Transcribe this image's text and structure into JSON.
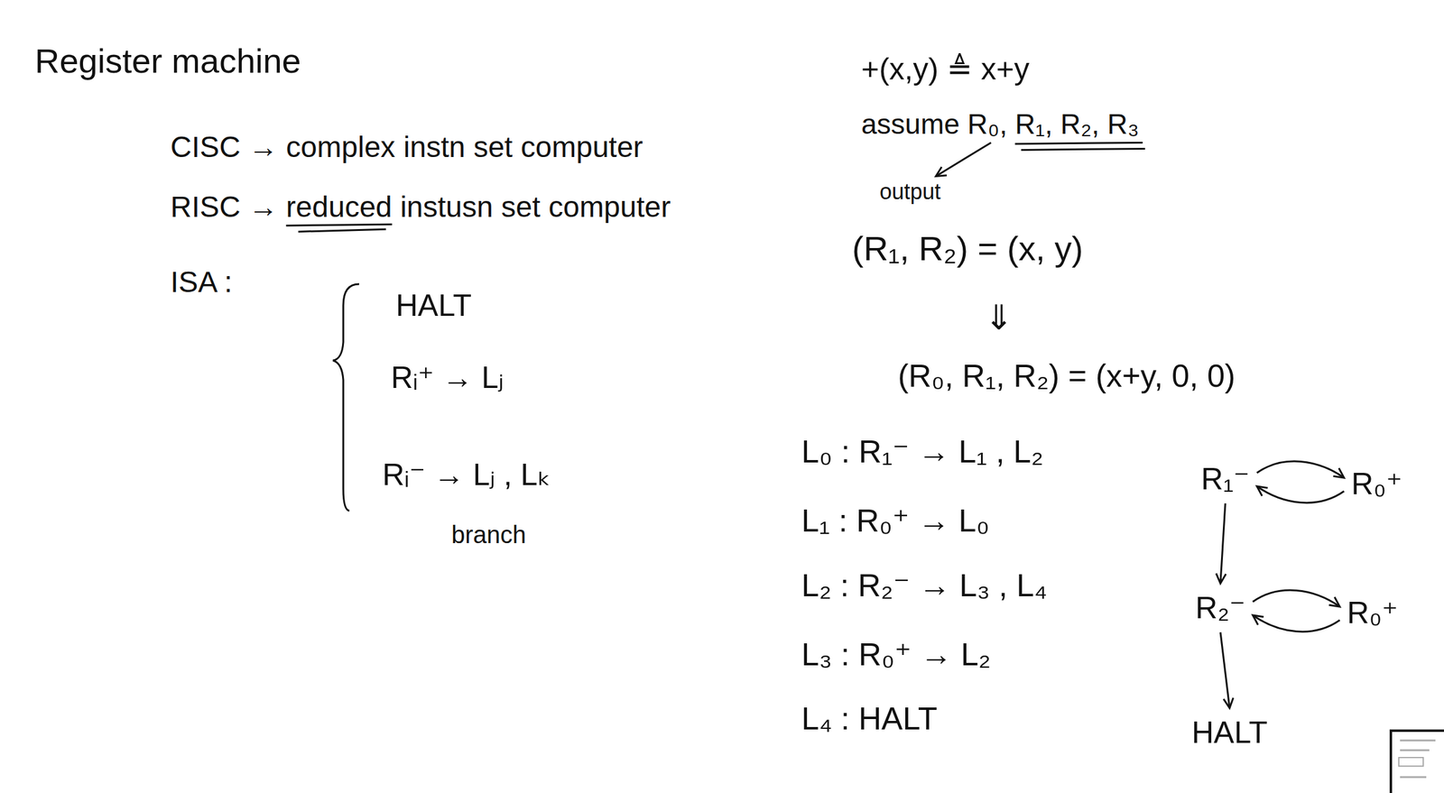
{
  "diagram": {
    "title": "Register machine",
    "nodes": [
      {
        "text": [
          "R₁⁻"
        ]
      },
      {
        "text": [
          "R₀⁺"
        ]
      },
      {
        "text": [
          "R₂⁻"
        ]
      },
      {
        "text": [
          "R₀⁺"
        ]
      },
      {
        "text": [
          "HALT"
        ]
      }
    ],
    "edges": [
      {
        "from": 0,
        "to": 1,
        "arrow": "to"
      },
      {
        "from": 1,
        "to": 0,
        "arrow": "to"
      },
      {
        "from": 0,
        "to": 2,
        "arrow": "to"
      },
      {
        "from": 2,
        "to": 3,
        "arrow": "to"
      },
      {
        "from": 3,
        "to": 2,
        "arrow": "to"
      },
      {
        "from": 2,
        "to": 4,
        "arrow": "to"
      }
    ],
    "labels": [
      "CISC → complex instn set computer",
      "RISC → reduced instusn set computer",
      "ISA :",
      "HALT",
      "Rᵢ⁺ → Lⱼ",
      "Rᵢ⁻ → Lⱼ , Lₖ",
      "branch",
      "+(x,y) ≜ x+y",
      "assume R₀, R₁, R₂, R₃",
      "output",
      "(R₁, R₂) = (x, y)",
      "⇓",
      "(R₀, R₁, R₂) = (x+y, 0, 0)",
      "L₀ : R₁⁻ → L₁ , L₂",
      "L₁ : R₀⁺ → L₀",
      "L₂ : R₂⁻ → L₃ , L₄",
      "L₃ : R₀⁺ → L₂",
      "L₄ : HALT"
    ]
  }
}
